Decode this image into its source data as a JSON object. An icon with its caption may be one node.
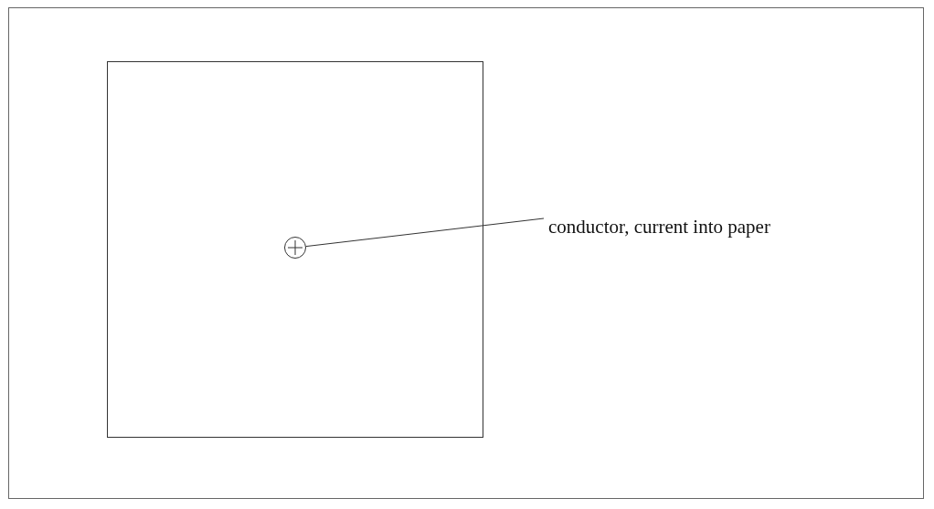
{
  "diagram": {
    "nodes": [
      {
        "text": [],
        "shape": "box"
      },
      {
        "text": [],
        "shape": "circle",
        "in": 0
      },
      {
        "text": [
          "conductor, current into paper"
        ]
      }
    ],
    "edges": [
      {
        "from": 2,
        "to": 1,
        "arrow": "none"
      }
    ]
  }
}
